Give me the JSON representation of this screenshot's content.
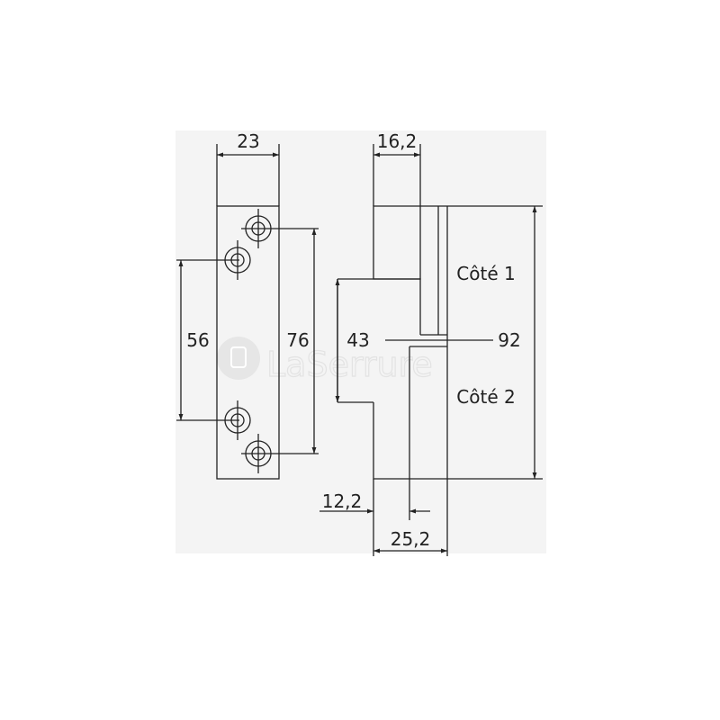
{
  "drawing": {
    "colors": {
      "line": "#222222",
      "background": "#ffffff",
      "panel": "#f4f4f4",
      "watermark": "#e3e3e3"
    },
    "dimensions": {
      "plate_width": "23",
      "hole_spacing_outer": "76",
      "hole_spacing_inner": "56",
      "leaf_width": "16,2",
      "knuckle_height": "43",
      "total_height": "92",
      "offset": "12,2",
      "total_width": "25,2"
    },
    "labels": {
      "side_1": "Côté 1",
      "side_2": "Côté 2"
    },
    "watermark": {
      "text": "LaSerrure"
    }
  }
}
